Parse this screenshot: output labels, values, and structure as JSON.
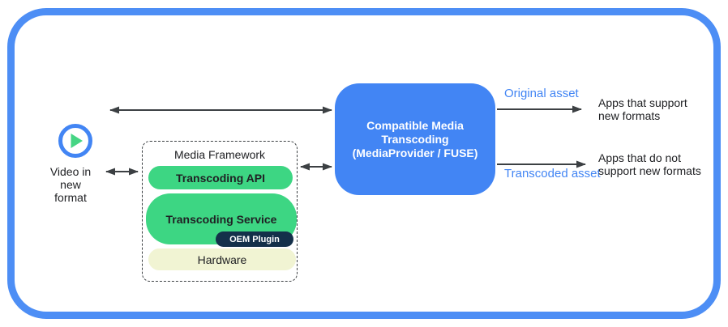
{
  "colors": {
    "frame_blue": "#4D8EF5",
    "box_blue": "#4285F4",
    "green": "#3DD683",
    "green_bright": "#45D584",
    "navy": "#14304A",
    "cream": "#F1F4D3",
    "arrow": "#3C4043",
    "text": "#202124",
    "label_blue": "#4285F4"
  },
  "icons": {
    "play": "play-icon"
  },
  "left": {
    "source_label": "Video in\nnew\nformat"
  },
  "framework": {
    "title": "Media Framework",
    "layers": {
      "api": "Transcoding API",
      "service": "Transcoding Service",
      "oem": "OEM Plugin",
      "hardware": "Hardware"
    }
  },
  "center": {
    "title": "Compatible Media\nTranscoding\n(MediaProvider / FUSE)"
  },
  "outputs": {
    "original_label": "Original asset",
    "transcoded_label": "Transcoded asset",
    "apps_support": "Apps that support\nnew formats",
    "apps_no_support": "Apps that do not\nsupport new formats"
  }
}
